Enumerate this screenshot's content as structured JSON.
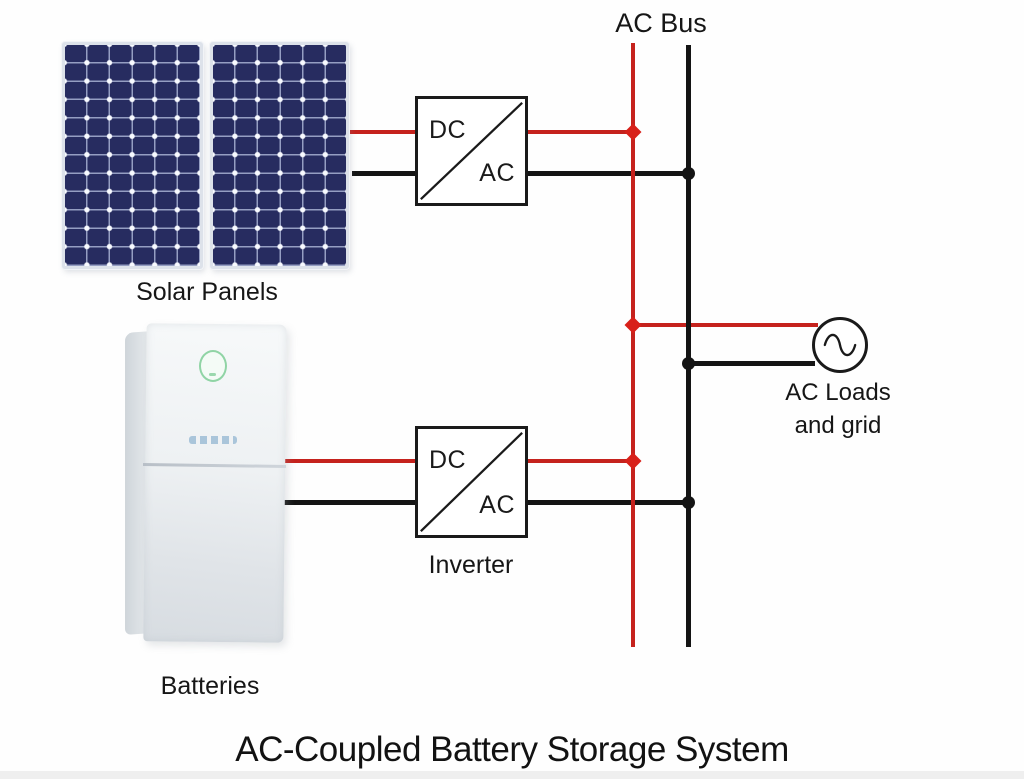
{
  "title": "AC-Coupled Battery Storage System",
  "bus": {
    "label": "AC Bus"
  },
  "solar": {
    "label": "Solar Panels"
  },
  "battery": {
    "label": "Batteries"
  },
  "pv_converter": {
    "dc": "DC",
    "ac": "AC"
  },
  "battery_converter": {
    "dc": "DC",
    "ac": "AC",
    "label": "Inverter"
  },
  "ac_loads": {
    "line1": "AC Loads",
    "line2": "and grid"
  },
  "icons": {
    "ac_source": "sine-wave-icon"
  },
  "colors": {
    "wire_red": "#c5221d",
    "wire_black": "#141414",
    "dot_red": "#d8211a",
    "panel_cell": "#272c60",
    "panel_grid": "#959ec2",
    "battery_led": "#90d4a5"
  }
}
